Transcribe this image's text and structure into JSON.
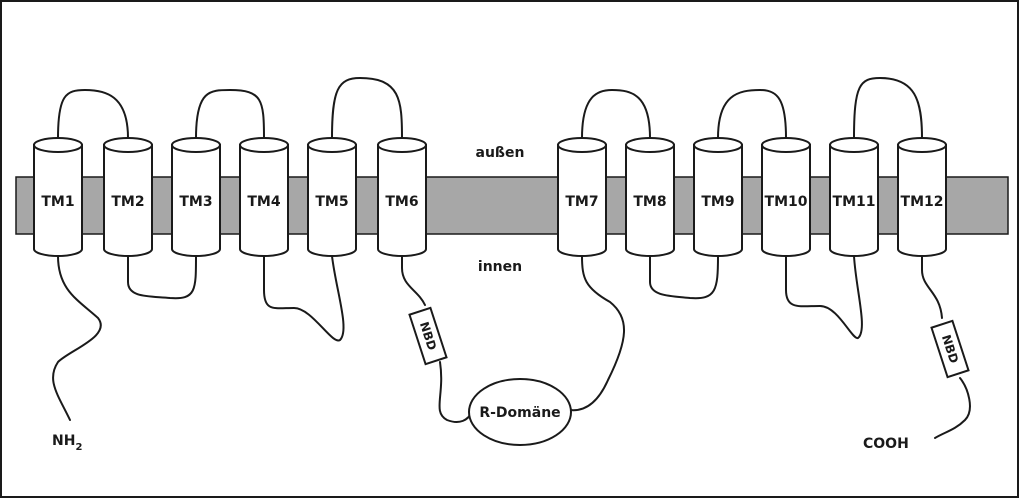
{
  "membrane_labels": {
    "outside": "außen",
    "inside": "innen"
  },
  "helices": [
    "TM1",
    "TM2",
    "TM3",
    "TM4",
    "TM5",
    "TM6",
    "TM7",
    "TM8",
    "TM9",
    "TM10",
    "TM11",
    "TM12"
  ],
  "domains": {
    "nbd_1": "NBD",
    "nbd_2": "NBD",
    "r_domain": "R-Domäne"
  },
  "termini": {
    "n_terminus": "NH",
    "n_terminus_subscript": "2",
    "c_terminus": "COOH"
  },
  "colors": {
    "membrane": "#a7a7a7",
    "line": "#1a1a1a",
    "background": "#ffffff"
  }
}
